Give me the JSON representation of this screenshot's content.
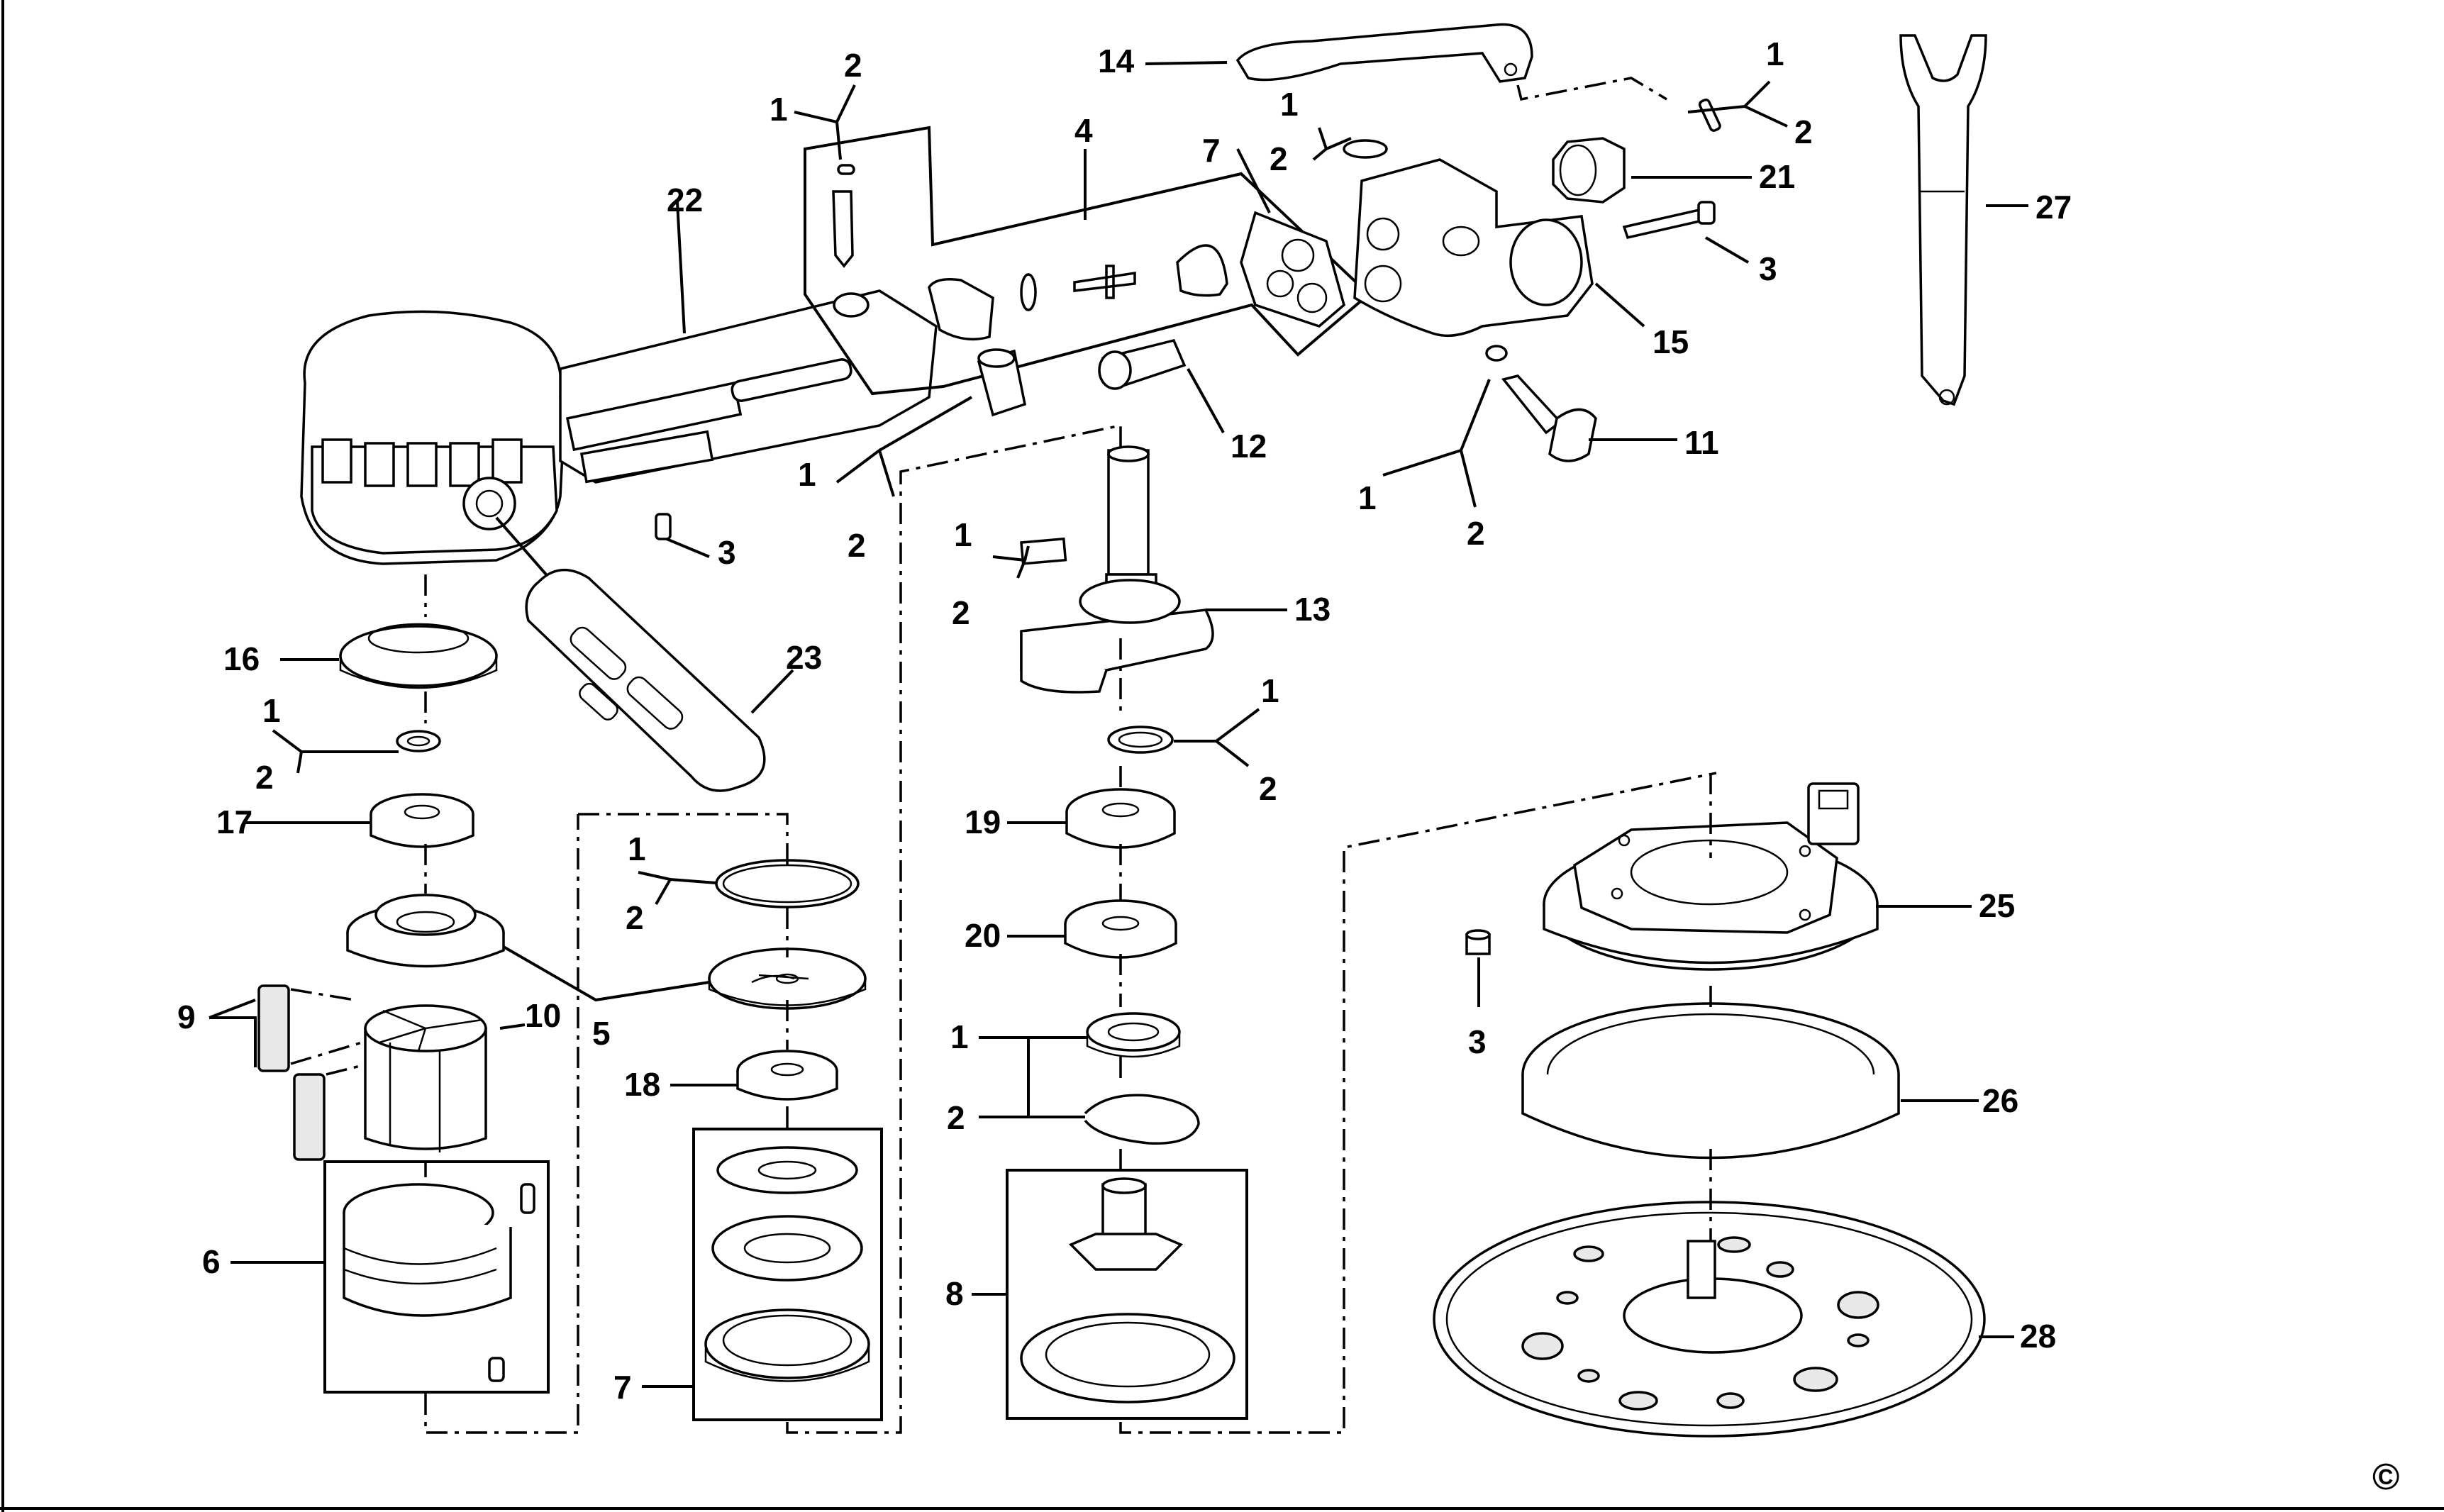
{
  "diagram": {
    "copyright_symbol": "©",
    "callouts": {
      "c1_a": "1",
      "c2_a": "2",
      "c22": "22",
      "c1_b": "1",
      "c2_b": "2",
      "c4": "4",
      "c7_top": "7",
      "c14": "14",
      "c1_c": "1",
      "c2_c": "2",
      "c21": "21",
      "c3_a": "3",
      "c15": "15",
      "c27": "27",
      "c12": "12",
      "c1_d": "1",
      "c2_d": "2",
      "c11": "11",
      "c1_e": "1",
      "c2_e": "2",
      "c3_b": "3",
      "c1_f": "1",
      "c2_f": "2",
      "c13": "13",
      "c16": "16",
      "c23": "23",
      "c1_g": "1",
      "c2_g": "2",
      "c17": "17",
      "c1_h": "1",
      "c2_h": "2",
      "c19": "19",
      "c1_i": "1",
      "c2_i": "2",
      "c5": "5",
      "c20": "20",
      "c25": "25",
      "c9": "9",
      "c10": "10",
      "c18": "18",
      "c3_c": "3",
      "c1_j": "1",
      "c2_j": "2",
      "c26": "26",
      "c6": "6",
      "c8": "8",
      "c7_bot": "7",
      "c28": "28"
    }
  }
}
